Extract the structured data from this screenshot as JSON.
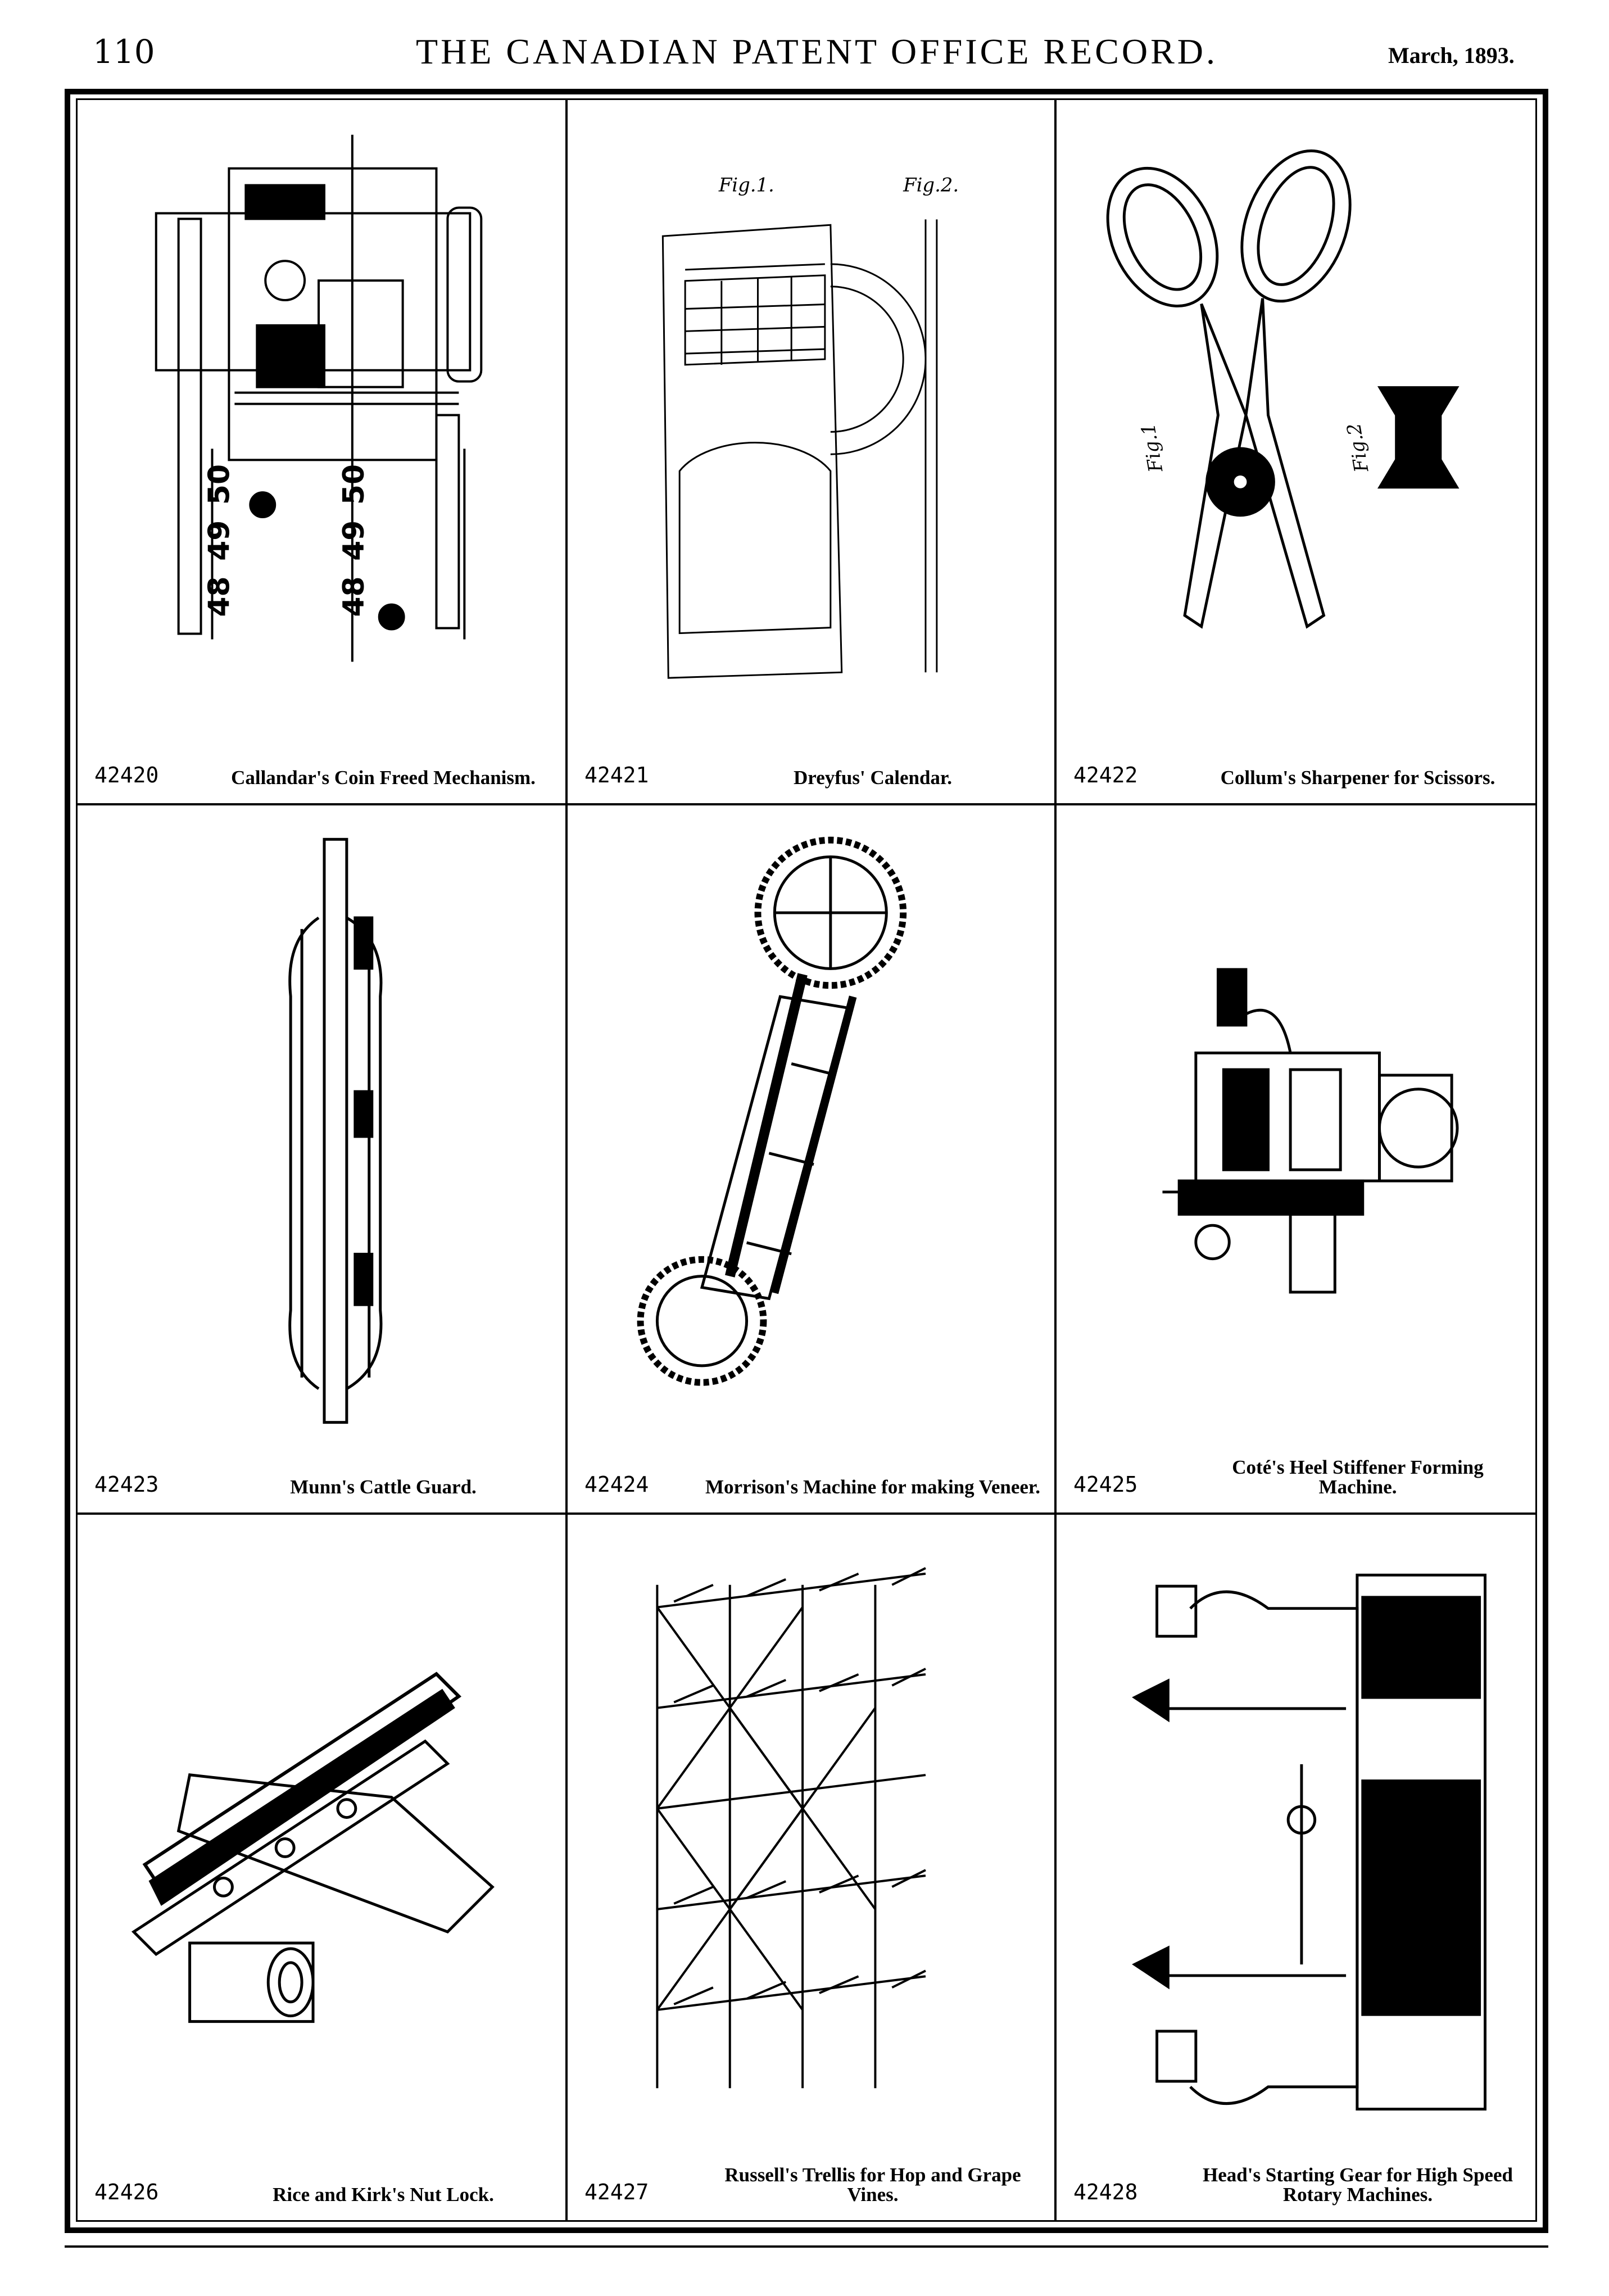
{
  "header": {
    "page_number": "110",
    "journal_title": "THE CANADIAN PATENT OFFICE RECORD.",
    "issue_date": "March, 1893."
  },
  "patents": [
    {
      "number": "42420",
      "title": "Callandar's Coin Freed Mechanism.",
      "figure": "coin-mechanism-drawing",
      "figure_labels": [
        "48",
        "49",
        "50",
        "48",
        "49",
        "50"
      ]
    },
    {
      "number": "42421",
      "title": "Dreyfus' Calendar.",
      "figure": "calendar-drawing",
      "figure_labels": [
        "Fig.1.",
        "Fig.2."
      ]
    },
    {
      "number": "42422",
      "title": "Collum's Sharpener for Scissors.",
      "figure": "scissors-drawing",
      "figure_labels": [
        "Fig.1",
        "Fig.2"
      ]
    },
    {
      "number": "42423",
      "title": "Munn's Cattle Guard.",
      "figure": "cattle-guard-drawing"
    },
    {
      "number": "42424",
      "title": "Morrison's Machine for making Veneer.",
      "figure": "veneer-machine-drawing"
    },
    {
      "number": "42425",
      "title": "Coté's Heel Stiffener Forming Machine.",
      "figure": "heel-stiffener-machine-drawing"
    },
    {
      "number": "42426",
      "title": "Rice and Kirk's Nut Lock.",
      "figure": "nut-lock-drawing"
    },
    {
      "number": "42427",
      "title": "Russell's Trellis for Hop and Grape Vines.",
      "figure": "trellis-drawing"
    },
    {
      "number": "42428",
      "title": "Head's Starting Gear for High Speed Rotary Machines.",
      "figure": "starting-gear-drawing"
    }
  ]
}
